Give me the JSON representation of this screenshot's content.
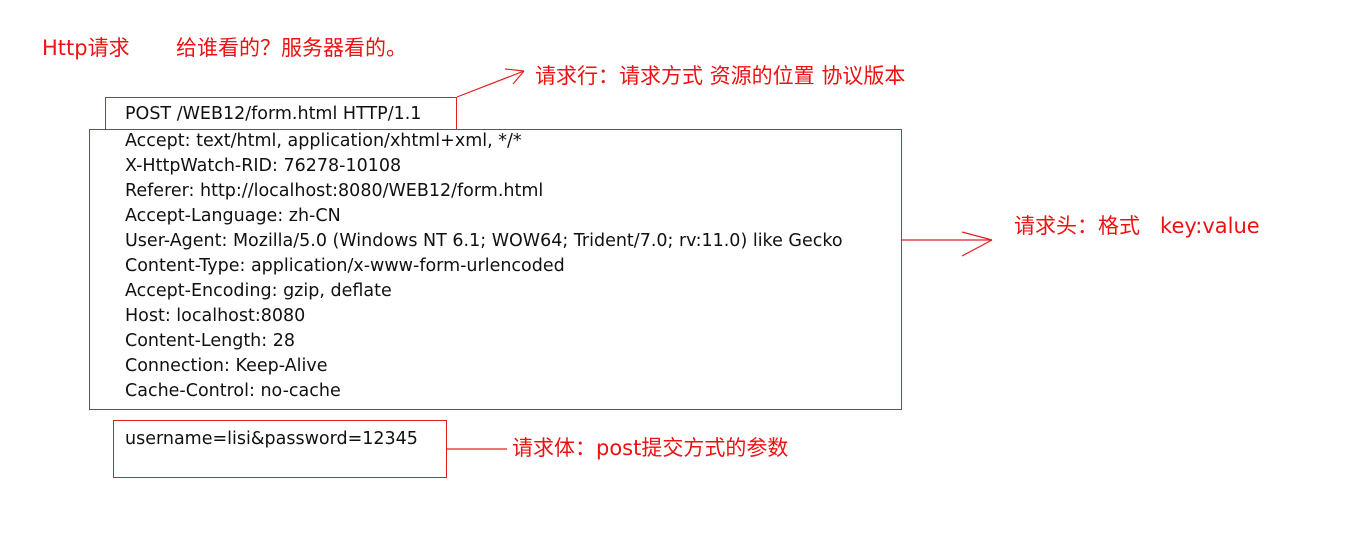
{
  "top_note": {
    "http_request": "Http请求",
    "who_reads": "给谁看的？服务器看的。"
  },
  "request_line": {
    "text": "POST /WEB12/form.html HTTP/1.1",
    "annotation": "请求行：请求方式 资源的位置 协议版本"
  },
  "request_headers": {
    "lines": [
      "Accept: text/html, application/xhtml+xml, */*",
      "X-HttpWatch-RID: 76278-10108",
      "Referer: http://localhost:8080/WEB12/form.html",
      "Accept-Language: zh-CN",
      "User-Agent: Mozilla/5.0 (Windows NT 6.1; WOW64; Trident/7.0; rv:11.0) like Gecko",
      "Content-Type: application/x-www-form-urlencoded",
      "Accept-Encoding: gzip, deflate",
      "Host: localhost:8080",
      "Content-Length: 28",
      "Connection: Keep-Alive",
      "Cache-Control: no-cache"
    ],
    "annotation": "请求头：格式   key:value"
  },
  "request_body": {
    "text": "username=lisi&password=12345",
    "annotation": "请求体：post提交方式的参数"
  },
  "colors": {
    "annotation": "#ee1111",
    "box_border": "#e02020",
    "text": "#111111"
  }
}
